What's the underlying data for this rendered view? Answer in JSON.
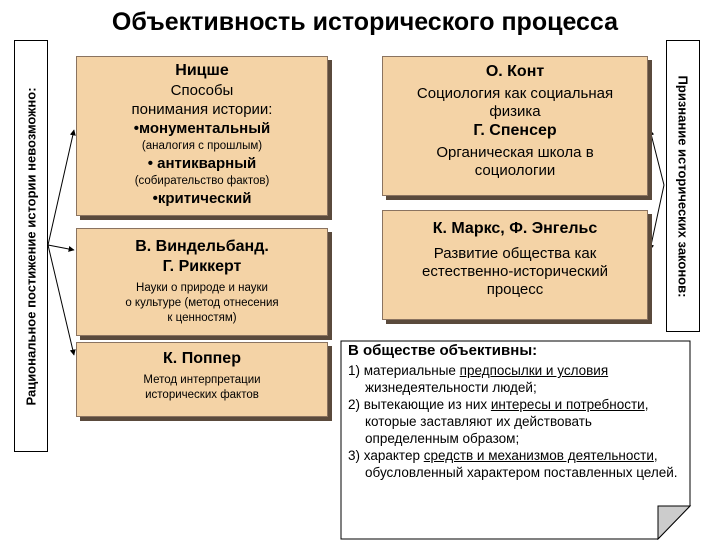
{
  "title": "Объективность исторического процесса",
  "left_bar": "Рациональное постижение истории невозможно:",
  "right_bar": "Признание исторических законов:",
  "nietzsche": {
    "name": "Ницше",
    "l1": "Способы",
    "l2": "понимания истории:",
    "b1": "•монументальный",
    "n1": "(аналогия с прошлым)",
    "b2": "• антикварный",
    "n2": "(собирательство фактов)",
    "b3": "•критический"
  },
  "windelband": {
    "name": "В. Виндельбанд.",
    "name2": "Г. Риккерт",
    "n1": "Науки о природе и науки",
    "n2": "о культуре (метод отнесения",
    "n3": "к ценностям)"
  },
  "popper": {
    "name": "К. Поппер",
    "n1": "Метод интерпретации",
    "n2": "исторических фактов"
  },
  "comte": {
    "name": "О. Конт",
    "l1": "Социология как социальная",
    "l2": "физика",
    "name2": "Г. Спенсер",
    "l3": "Органическая школа в",
    "l4": "социологии"
  },
  "marx": {
    "name": "К. Маркс, Ф. Энгельс",
    "l1": "Развитие общества как",
    "l2": "естественно-исторический",
    "l3": "процесс"
  },
  "note": {
    "title": "В обществе объективны:",
    "i1_pre": "1)  материальные ",
    "i1_u": "предпосылки и условия",
    "i1_rest": "жизнедеятельности людей;",
    "i2_pre": "2) вытекающие из них ",
    "i2_u": "интересы и потребности",
    "i2_rest": ", которые заставляют их действовать определенным образом;",
    "i3_pre": "3) характер ",
    "i3_u": "средств и механизмов деятельности",
    "i3_rest": ", обусловленный характером поставленных целей."
  }
}
